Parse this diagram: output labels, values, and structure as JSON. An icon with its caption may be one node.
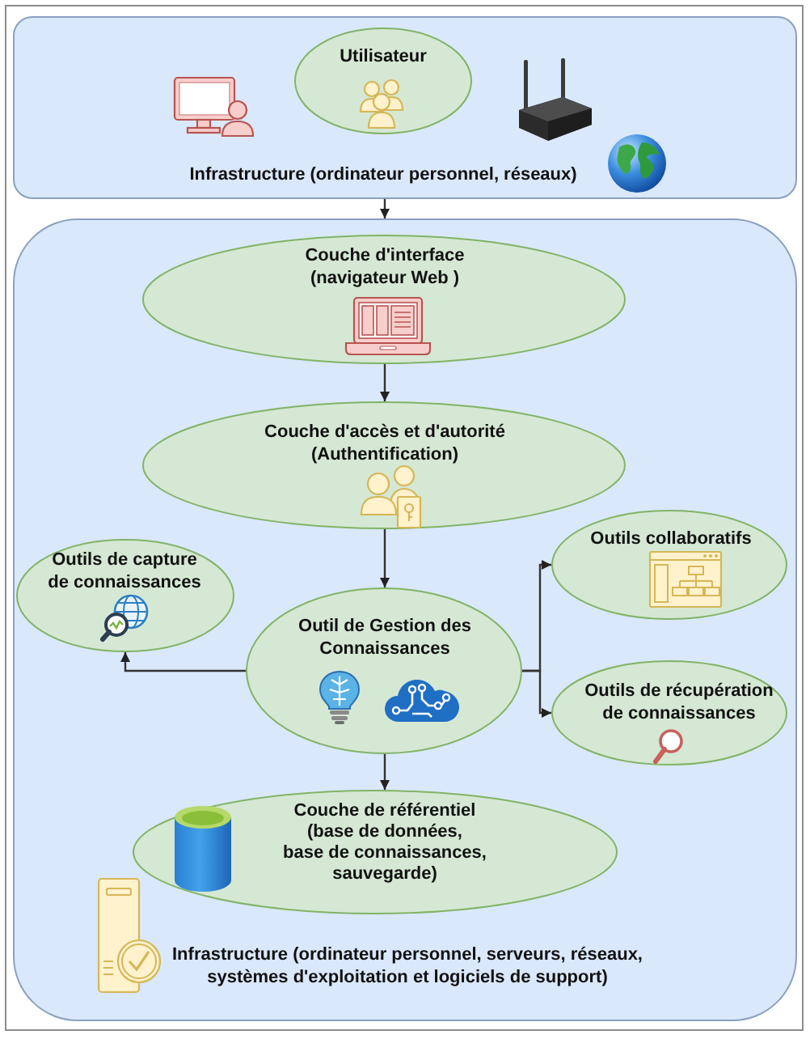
{
  "diagram": {
    "nodes": [
      {
        "text": [
          "Infrastructure (ordinateur personnel, réseaux)"
        ]
      },
      {
        "text": [
          "Utilisateur"
        ],
        "in": 0
      },
      {
        "text": [
          "Infrastructure (ordinateur personnel, serveurs, réseaux, systèmes d'exploitation et logiciels de support)"
        ]
      },
      {
        "text": [
          "Couche d'interface (navigateur Web )"
        ],
        "in": 2
      },
      {
        "text": [
          "Couche d'accès et d'autorité (Authentification)"
        ],
        "in": 2
      },
      {
        "text": [
          "Outils de capture de connaissances"
        ],
        "in": 2
      },
      {
        "text": [
          "Outils collaboratifs"
        ],
        "in": 2
      },
      {
        "text": [
          "Outil de Gestion des Connaissances"
        ],
        "in": 2
      },
      {
        "text": [
          "Outils de récupération de connaissances"
        ],
        "in": 2
      },
      {
        "text": [
          "Couche de référentiel (base de données, base de connaissances, sauvegarde)"
        ],
        "in": 2
      }
    ],
    "edges": [
      {
        "from": 0,
        "to": 2,
        "arrow": "to"
      },
      {
        "from": 3,
        "to": 4,
        "arrow": "to"
      },
      {
        "from": 4,
        "to": 7,
        "arrow": "to"
      },
      {
        "from": 7,
        "to": 5,
        "arrow": "to"
      },
      {
        "from": 7,
        "to": 6,
        "arrow": "to"
      },
      {
        "from": 7,
        "to": 8,
        "arrow": "to"
      },
      {
        "from": 7,
        "to": 9,
        "arrow": "to"
      }
    ]
  }
}
